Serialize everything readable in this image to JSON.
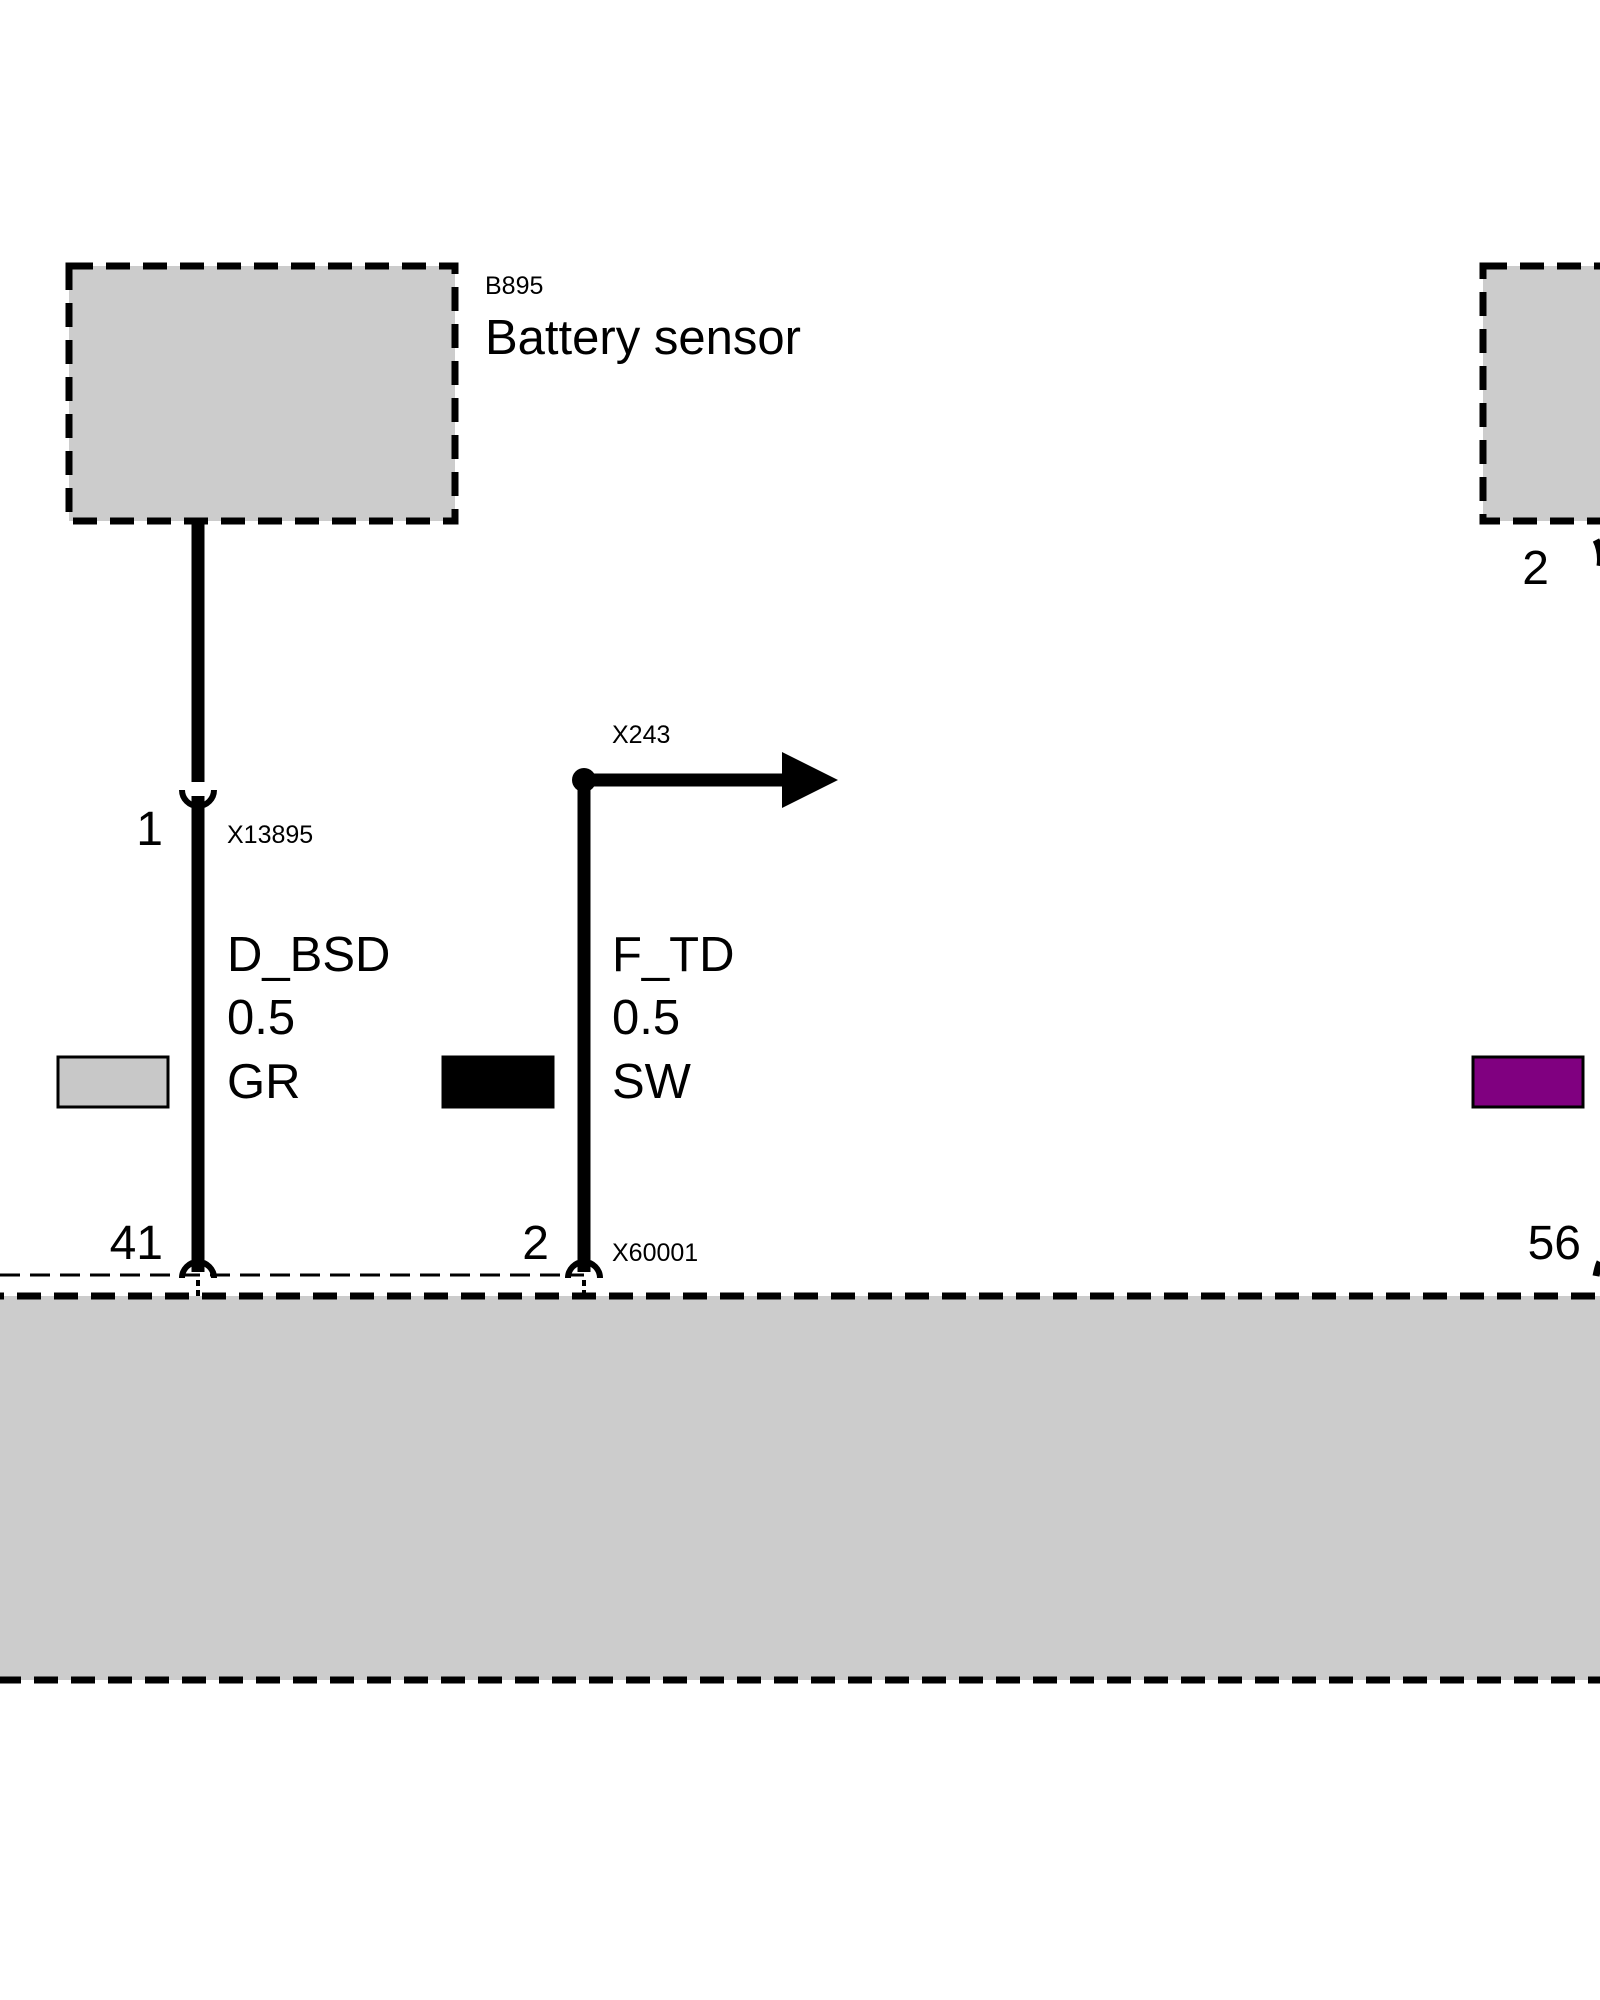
{
  "components": {
    "battery_sensor": {
      "id": "B895",
      "name": "Battery sensor"
    }
  },
  "connectors": {
    "sensor_connector": {
      "id": "X13895",
      "pin": "1"
    },
    "right_component_pin": {
      "pin": "2"
    },
    "splice": {
      "id": "X243"
    },
    "module_connector": {
      "id": "X60001",
      "pins": [
        "41",
        "2",
        "56"
      ]
    }
  },
  "wires": [
    {
      "signal": "D_BSD",
      "gauge": "0.5",
      "color_code": "GR",
      "swatch": "#c8c8c8"
    },
    {
      "signal": "F_TD",
      "gauge": "0.5",
      "color_code": "SW",
      "swatch": "#000000"
    },
    {
      "swatch": "#800080"
    }
  ],
  "colors": {
    "component_fill": "#cccccc",
    "line": "#000000"
  }
}
